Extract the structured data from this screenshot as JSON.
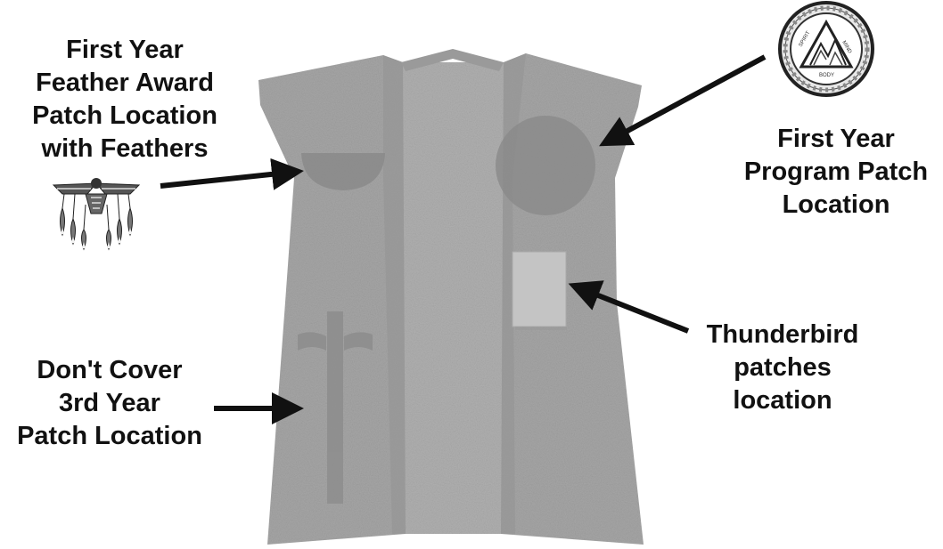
{
  "colors": {
    "vest": "#a6a6a6",
    "vest_dark": "#8f8f8f",
    "interior": "#b4b4b4",
    "patch_zone": "#8a8a8a",
    "thunderbird_patch": "#c4c4c4",
    "arrow": "#111111",
    "text": "#111111"
  },
  "labels": {
    "feather_award": [
      "First Year",
      "Feather Award",
      "Patch Location",
      "with Feathers"
    ],
    "program_patch": [
      "First Year",
      "Program Patch",
      "Location"
    ],
    "thunderbird": [
      "Thunderbird",
      "patches",
      "location"
    ],
    "third_year": [
      "Don't Cover",
      "3rd Year",
      "Patch Location"
    ]
  },
  "icons": {
    "feather_award": "feather-award-patch-icon",
    "program_patch": "program-patch-emblem-icon",
    "vest": "vest-icon"
  },
  "emblem": {
    "ring_text": [
      "MIND",
      "SPIRIT",
      "BODY"
    ]
  }
}
